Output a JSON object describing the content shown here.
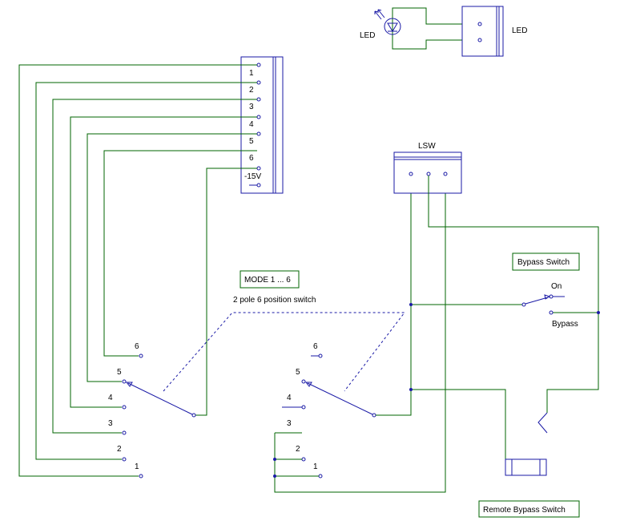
{
  "led_symbol_label": "LED",
  "led_connector_label": "LED",
  "connector_pins": [
    "1",
    "2",
    "3",
    "4",
    "5",
    "6",
    "-15V"
  ],
  "lsw_label": "LSW",
  "mode_switch": {
    "box_label": "MODE 1 ... 6",
    "description": "2 pole 6 position switch",
    "pole1_positions": [
      "6",
      "5",
      "4",
      "3",
      "2",
      "1"
    ],
    "pole2_positions": [
      "6",
      "5",
      "4",
      "3",
      "2",
      "1"
    ]
  },
  "bypass_switch": {
    "box_label": "Bypass Switch",
    "on_label": "On",
    "bypass_label": "Bypass"
  },
  "remote_bypass_label": "Remote Bypass Switch",
  "colors": {
    "wire": "#006400",
    "component": "#1a1aa6",
    "label_box_border": "#006400"
  }
}
